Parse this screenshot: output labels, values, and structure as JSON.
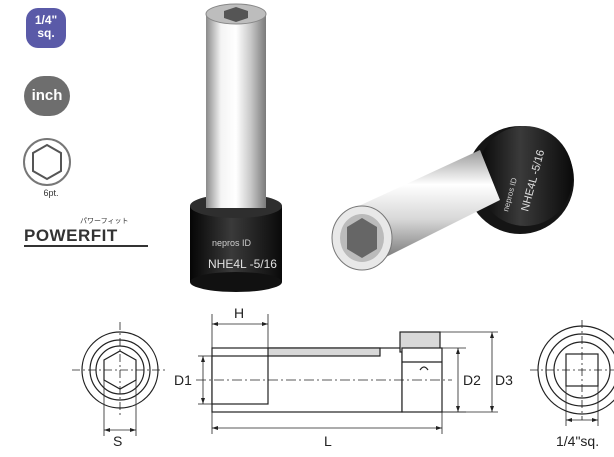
{
  "badges": {
    "drive_line1": "1/4\"",
    "drive_line2": "sq.",
    "unit": "inch",
    "points": "6pt."
  },
  "brand": {
    "name": "POWERFIT",
    "katakana": "パワーフィット"
  },
  "product_marks": {
    "left_socket_line1": "nepros ID",
    "left_socket_line2": "NHE4L -5/16",
    "right_socket_line1": "nepros ID",
    "right_socket_line2": "NHE4L -5/16"
  },
  "dimension_labels": {
    "h": "H",
    "d1": "D1",
    "d2": "D2",
    "d3": "D3",
    "s": "S",
    "l": "L",
    "drive": "1/4\"sq."
  },
  "colors": {
    "badge_drive": "#5a5aa8",
    "badge_inch": "#6e6e6e",
    "chrome": "#d8d8d8",
    "black_collar": "#1a1a1a"
  }
}
